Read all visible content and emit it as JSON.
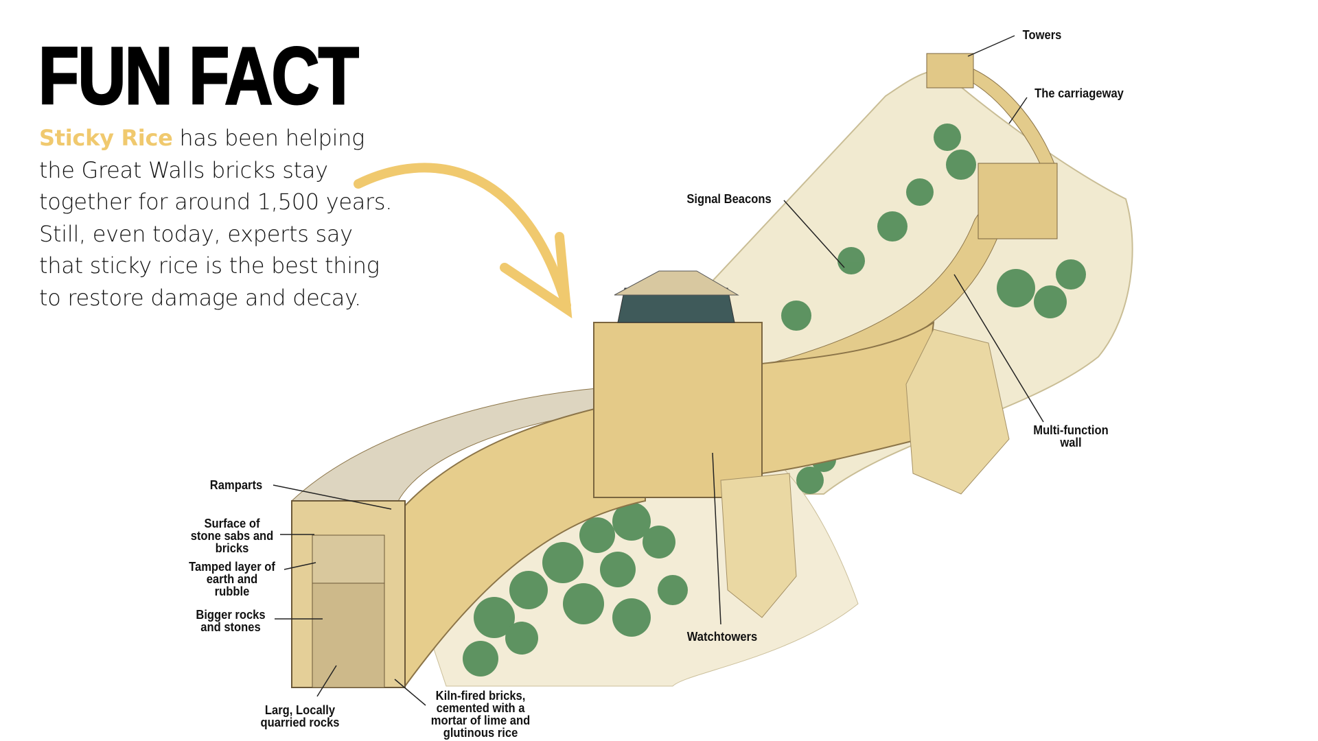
{
  "title": "FUN FACT",
  "body": {
    "highlight": "Sticky Rice",
    "text": " has been helping the Great Walls  bricks stay together for around 1,500 years. Still, even today, experts say that sticky rice is the best thing to restore damage and decay."
  },
  "colors": {
    "highlight": "#f0c96e",
    "arrow": "#f0c96e"
  },
  "diagram": {
    "labels": {
      "towers": "Towers",
      "carriageway": "The carriageway",
      "signal_beacons": "Signal Beacons",
      "multi_function_wall": "Multi-function wall",
      "ramparts": "Ramparts",
      "surface": "Surface of stone sabs and bricks",
      "tamped": "Tamped layer of earth and rubble",
      "bigger_rocks": "Bigger rocks and stones",
      "watchtowers": "Watchtowers",
      "large_rocks": "Larg, Locally quarried rocks",
      "kiln_bricks": "Kiln-fired bricks, cemented with a mortar of lime and glutinous rice"
    }
  }
}
